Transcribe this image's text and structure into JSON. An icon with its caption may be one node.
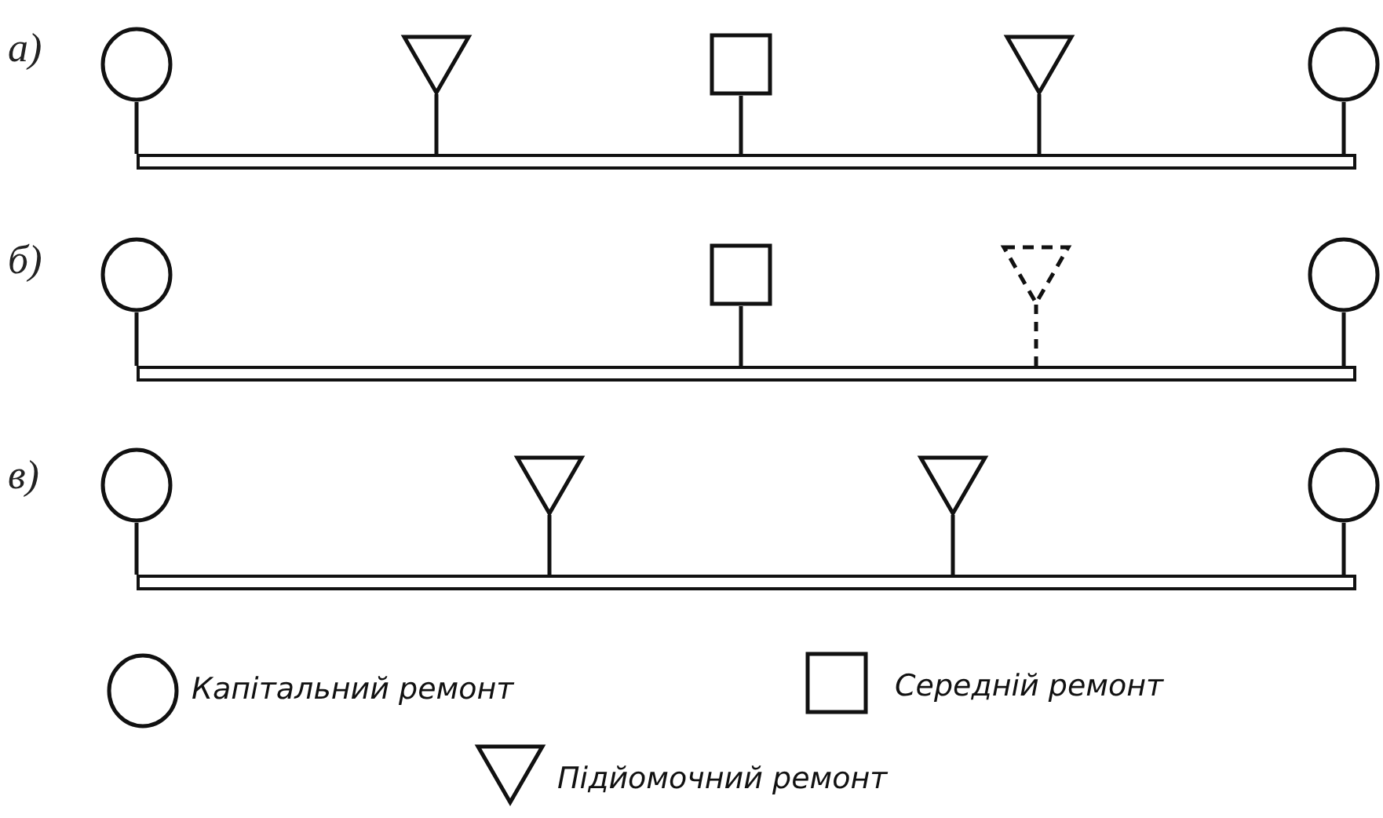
{
  "diagram": {
    "nodes": [
      {
        "text": [],
        "shape": "circle"
      },
      {
        "text": [],
        "shape": "triangle"
      },
      {
        "text": [],
        "shape": "box"
      },
      {
        "text": [],
        "shape": "triangle"
      },
      {
        "text": [],
        "shape": "circle"
      },
      {
        "text": [],
        "shape": "bar"
      },
      {
        "text": [],
        "shape": "circle"
      },
      {
        "text": [],
        "shape": "box"
      },
      {
        "text": [],
        "shape": "triangle"
      },
      {
        "text": [],
        "shape": "circle"
      },
      {
        "text": [],
        "shape": "bar"
      },
      {
        "text": [],
        "shape": "circle"
      },
      {
        "text": [],
        "shape": "triangle"
      },
      {
        "text": [],
        "shape": "triangle"
      },
      {
        "text": [],
        "shape": "circle"
      },
      {
        "text": [],
        "shape": "bar"
      }
    ],
    "edges": [
      {
        "from": 0,
        "to": 5,
        "arrow": "none"
      },
      {
        "from": 1,
        "to": 5,
        "arrow": "none"
      },
      {
        "from": 2,
        "to": 5,
        "arrow": "none"
      },
      {
        "from": 3,
        "to": 5,
        "arrow": "none"
      },
      {
        "from": 4,
        "to": 5,
        "arrow": "none"
      },
      {
        "from": 6,
        "to": 10,
        "arrow": "none"
      },
      {
        "from": 7,
        "to": 10,
        "arrow": "none"
      },
      {
        "from": 8,
        "to": 10,
        "arrow": "none",
        "style": "dashed"
      },
      {
        "from": 9,
        "to": 10,
        "arrow": "none"
      },
      {
        "from": 11,
        "to": 15,
        "arrow": "none"
      },
      {
        "from": 12,
        "to": 15,
        "arrow": "none"
      },
      {
        "from": 13,
        "to": 15,
        "arrow": "none"
      },
      {
        "from": 14,
        "to": 15,
        "arrow": "none"
      }
    ],
    "labels": [
      "а)",
      "б)",
      "в)"
    ],
    "legend": [
      {
        "text": "Капітальний ремонт"
      },
      {
        "text": "Середній ремонт"
      },
      {
        "text": "Підйомочний ремонт"
      }
    ]
  }
}
